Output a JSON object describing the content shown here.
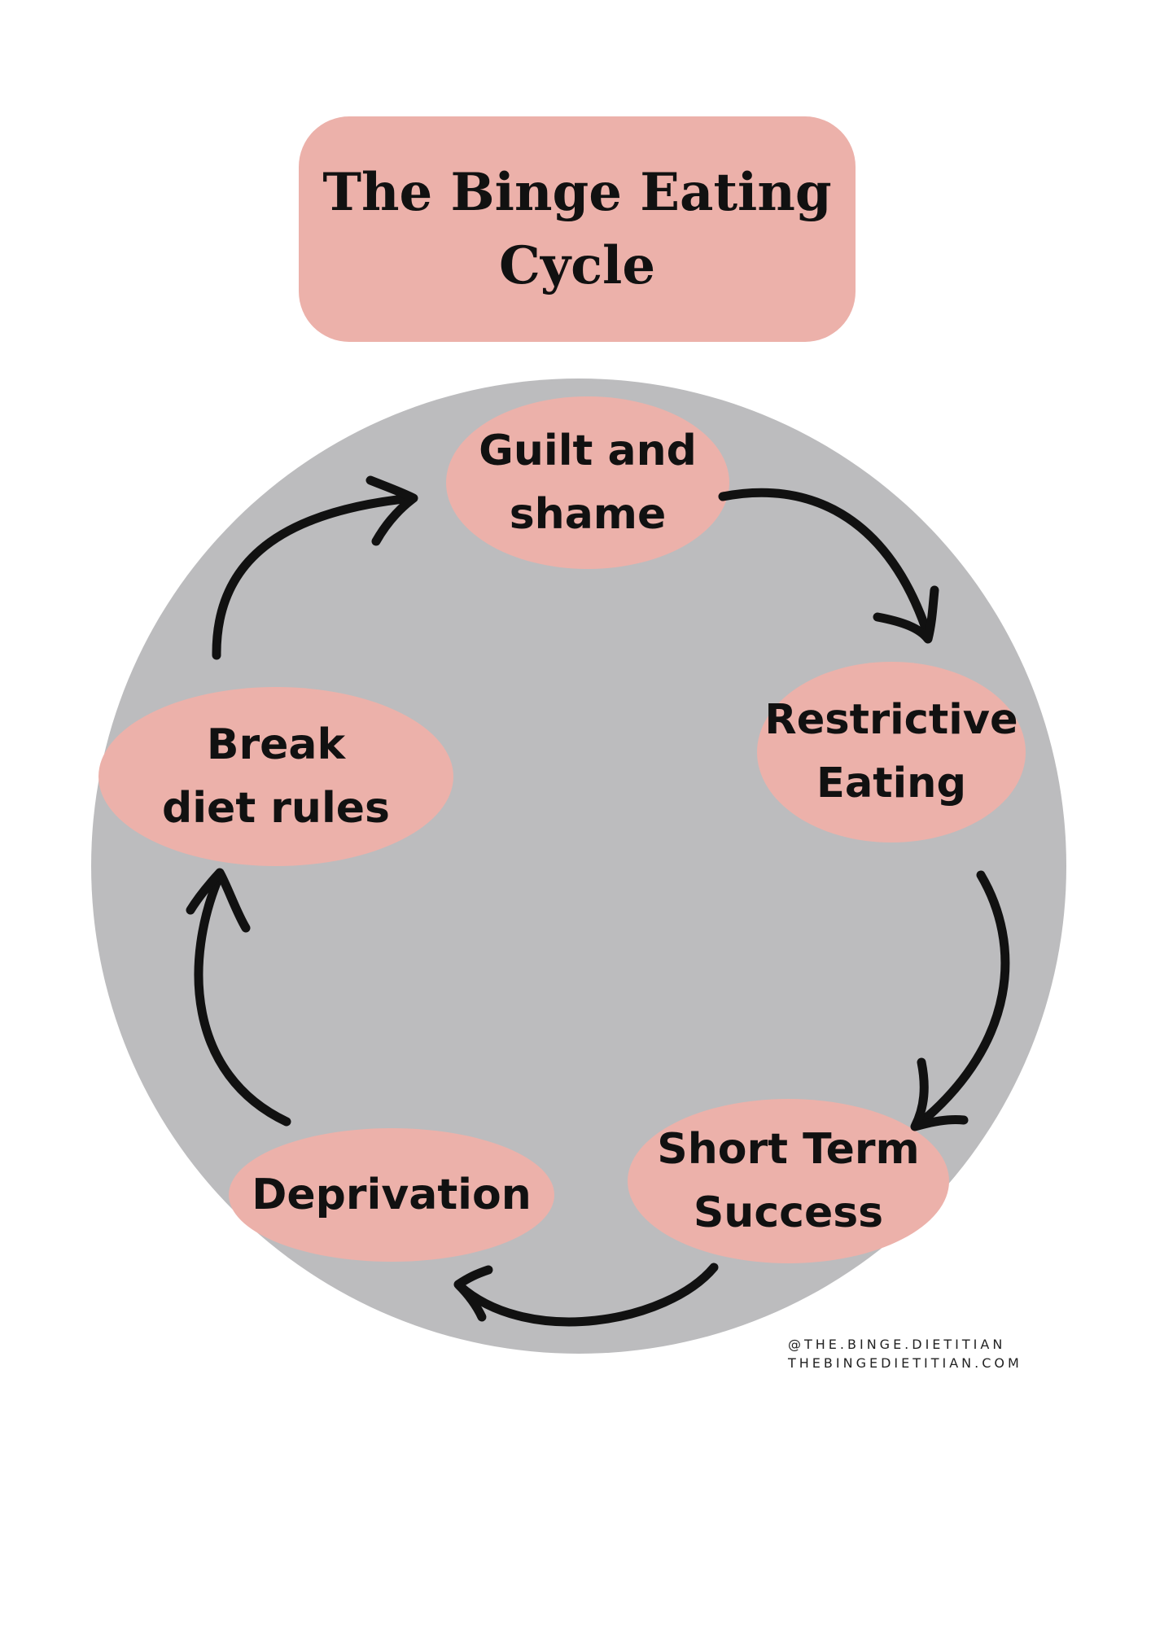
{
  "title": "The Binge Eating Cycle",
  "stages": [
    {
      "label": "Guilt and\nshame"
    },
    {
      "label": "Restrictive\nEating"
    },
    {
      "label": "Short Term\nSuccess"
    },
    {
      "label": "Deprivation"
    },
    {
      "label": "Break\ndiet rules"
    }
  ],
  "credits": {
    "handle": "@THE.BINGE.DIETITIAN",
    "website": "THEBINGEDIETITIAN.COM"
  },
  "colors": {
    "background": "#ffffff",
    "circle": "#bcbcbe",
    "node_fill": "#ecb1aa",
    "text": "#111111",
    "arrow": "#111111"
  }
}
